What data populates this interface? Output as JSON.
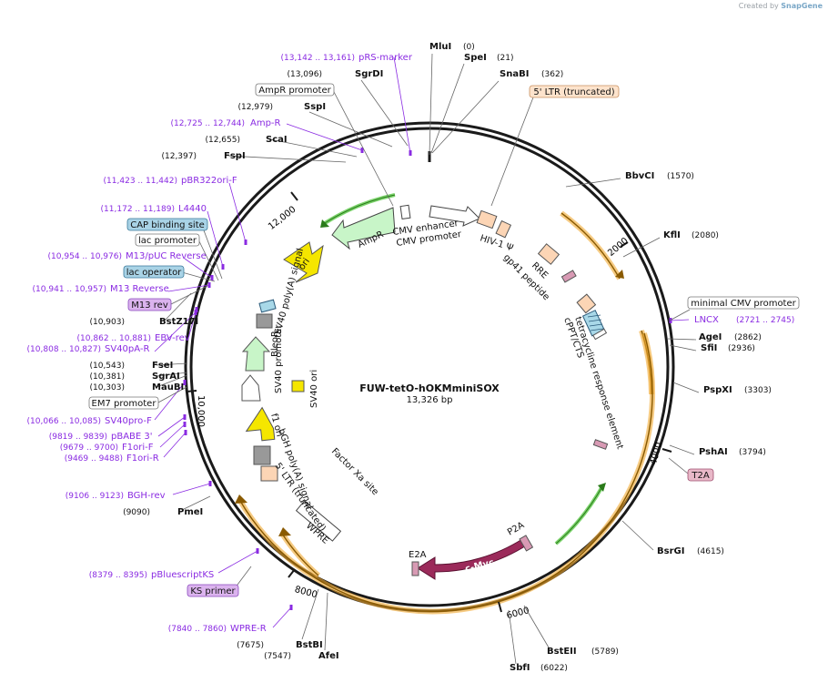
{
  "credit": {
    "prefix": "Created by",
    "brand": "SnapGene"
  },
  "plasmid": {
    "name": "FUW-tetO-hOKMminiSOX",
    "length": "13,326 bp"
  },
  "ticks": [
    "2000",
    "4000",
    "6000",
    "8000",
    "10,000",
    "12,000"
  ],
  "enzymes": [
    {
      "name": "MluI",
      "pos": "(0)"
    },
    {
      "name": "SpeI",
      "pos": "(21)"
    },
    {
      "name": "SnaBI",
      "pos": "(362)"
    },
    {
      "name": "BbvCI",
      "pos": "(1570)"
    },
    {
      "name": "KflI",
      "pos": "(2080)"
    },
    {
      "name": "AgeI",
      "pos": "(2862)"
    },
    {
      "name": "SfiI",
      "pos": "(2936)"
    },
    {
      "name": "PspXI",
      "pos": "(3303)"
    },
    {
      "name": "PshAI",
      "pos": "(3794)"
    },
    {
      "name": "BsrGI",
      "pos": "(4615)"
    },
    {
      "name": "BstEII",
      "pos": "(5789)"
    },
    {
      "name": "SbfI",
      "pos": "(6022)"
    },
    {
      "name": "AfeI",
      "pos": "(7547)"
    },
    {
      "name": "BstBI",
      "pos": "(7675)"
    },
    {
      "name": "PmeI",
      "pos": "(9090)"
    },
    {
      "name": "MauBI",
      "pos": "(10,303)"
    },
    {
      "name": "SgrAI",
      "pos": "(10,381)"
    },
    {
      "name": "FseI",
      "pos": "(10,543)"
    },
    {
      "name": "BstZ17I",
      "pos": "(10,903)"
    },
    {
      "name": "FspI",
      "pos": "(12,397)"
    },
    {
      "name": "ScaI",
      "pos": "(12,655)"
    },
    {
      "name": "SspI",
      "pos": "(12,979)"
    },
    {
      "name": "SgrDI",
      "pos": "(13,096)"
    }
  ],
  "primers": [
    {
      "name": "pRS-marker",
      "pos": "(13,142 .. 13,161)"
    },
    {
      "name": "Amp-R",
      "pos": "(12,725 .. 12,744)"
    },
    {
      "name": "pBR322ori-F",
      "pos": "(11,423 .. 11,442)"
    },
    {
      "name": "L4440",
      "pos": "(11,172 .. 11,189)"
    },
    {
      "name": "M13/pUC Reverse",
      "pos": "(10,954 .. 10,976)"
    },
    {
      "name": "M13 Reverse",
      "pos": "(10,941 .. 10,957)"
    },
    {
      "name": "EBV-rev",
      "pos": "(10,862 .. 10,881)"
    },
    {
      "name": "SV40pA-R",
      "pos": "(10,808 .. 10,827)"
    },
    {
      "name": "SV40pro-F",
      "pos": "(10,066 .. 10,085)"
    },
    {
      "name": "pBABE 3'",
      "pos": "(9819 .. 9839)"
    },
    {
      "name": "F1ori-F",
      "pos": "(9679 .. 9700)"
    },
    {
      "name": "F1ori-R",
      "pos": "(9469 .. 9488)"
    },
    {
      "name": "BGH-rev",
      "pos": "(9106 .. 9123)"
    },
    {
      "name": "pBluescriptKS",
      "pos": "(8379 .. 8395)"
    },
    {
      "name": "WPRE-R",
      "pos": "(7840 .. 7860)"
    },
    {
      "name": "LNCX",
      "pos": "(2721 .. 2745)"
    }
  ],
  "boxes": {
    "ampr_promoter": "AmpR promoter",
    "five_ltr_trunc": "5' LTR (truncated)",
    "cap_site": "CAP binding site",
    "lac_promoter": "lac promoter",
    "lac_operator": "lac operator",
    "m13_rev": "M13 rev",
    "em7": "EM7 promoter",
    "minimal_cmv": "minimal CMV promoter",
    "t2a": "T2A",
    "ks_primer": "KS primer"
  },
  "features": {
    "cmv_enhancer": "CMV enhancer",
    "cmv_promoter": "CMV promoter",
    "hiv_psi": "HIV-1 Ψ",
    "rre": "RRE",
    "gp41": "gp41 peptide",
    "cppt": "cPPT/CTS",
    "tre": "tetracycline response element",
    "p2a": "P2A",
    "e2a": "E2A",
    "cmyc": "c-Myc",
    "wpre": "WPRE",
    "ltr5": "5' LTR (truncated)",
    "factor_xa": "Factor Xa site",
    "bgh": "bGH poly(A) signal",
    "f1": "f1 ori",
    "sv40_ori": "SV40 ori",
    "sv40_prom": "SV40 promoter",
    "bleor": "BleoR",
    "sv40_pa": "SV40 poly(A) signal",
    "ori": "ori",
    "ampr": "AmpR"
  },
  "colors": {
    "backbone": "#1a1a1a",
    "primer": "#8a2be2",
    "orange_band": "#f0a830",
    "ampr_fill": "#c8f5c8",
    "yellow": "#f5e600",
    "cmyc": "#9b2a5a",
    "ltr": "#fcd5b5",
    "gray": "#999999",
    "blue_box": "#86c1d8",
    "pink_box": "#e8b8c8",
    "violet_box": "#dbb3ee"
  }
}
